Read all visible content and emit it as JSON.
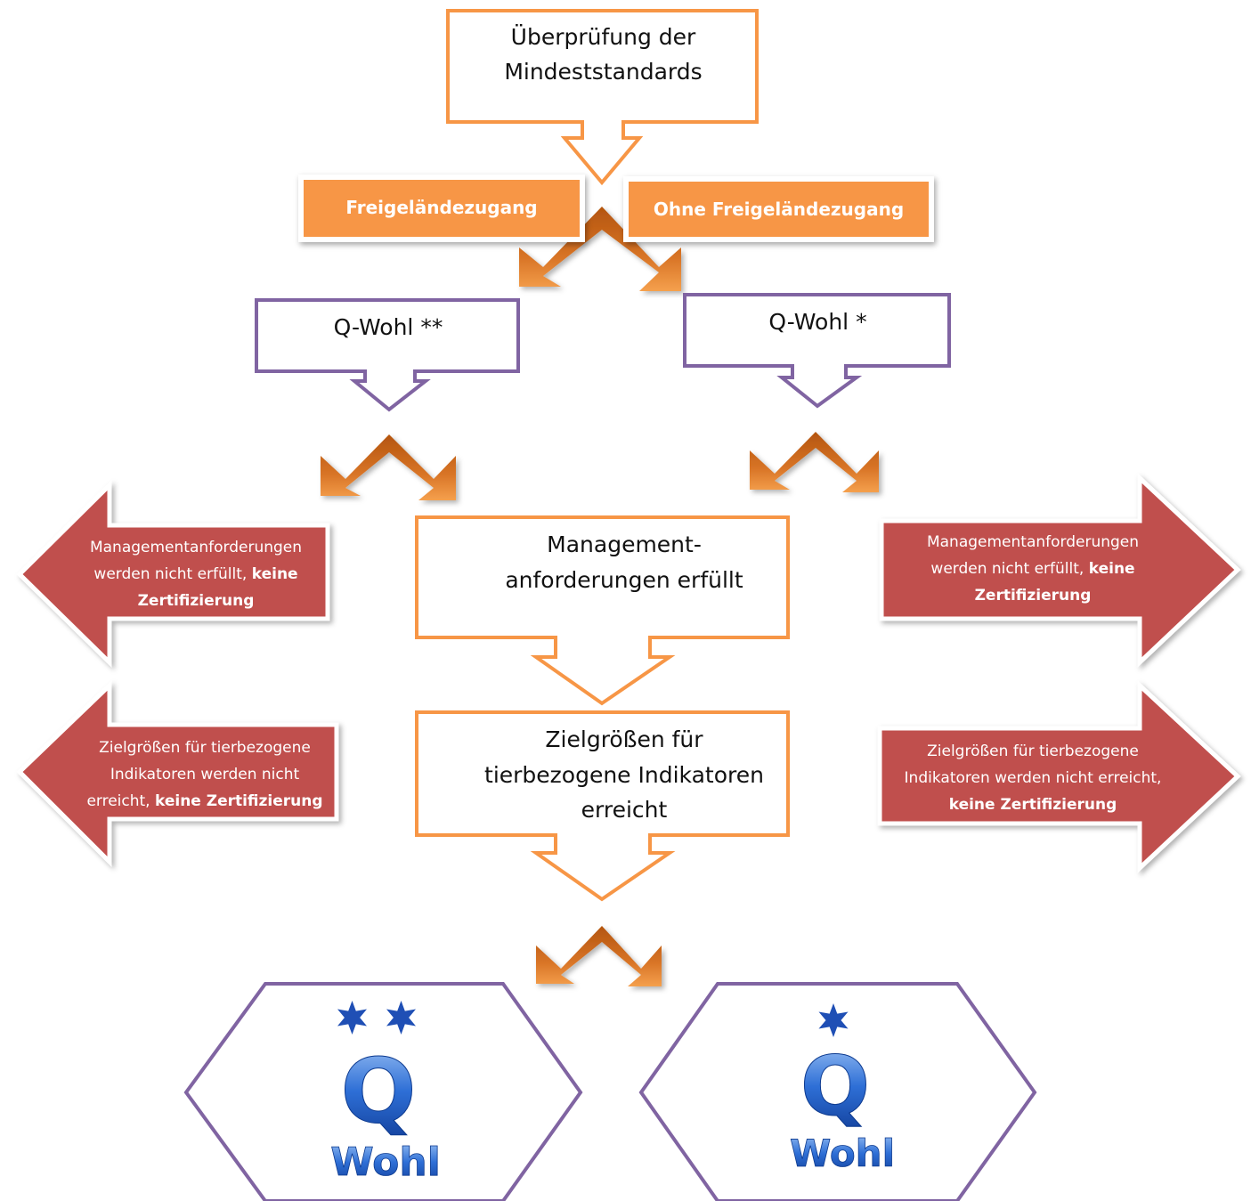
{
  "top_box": {
    "line1": "Überprüfung der",
    "line2": "Mindeststandards"
  },
  "tabs": {
    "left": "Freigeländezugang",
    "right": "Ohne Freigeländezugang"
  },
  "qwohl_left": "Q-Wohl **",
  "qwohl_right": "Q-Wohl *",
  "management_box": {
    "line1": "Management-",
    "line2": "anforderungen erfüllt"
  },
  "target_box": {
    "line1": "Zielgrößen für",
    "line2": "tierbezogene Indikatoren",
    "line3": "erreicht"
  },
  "left_arrow_1": {
    "line1": "Managementanforderungen",
    "line2": "werden nicht erfüllt,",
    "bold2": "keine",
    "bold3": "Zertifizierung"
  },
  "left_arrow_2": {
    "line1": "Zielgrößen für tierbezogene",
    "line2": "Indikatoren werden nicht",
    "line3": "erreicht,",
    "bold3": "keine Zertifizierung"
  },
  "right_arrow_1": {
    "line1": "Managementanforderungen",
    "line2": "werden nicht erfüllt,",
    "bold2": "keine",
    "bold3": "Zertifizierung"
  },
  "right_arrow_2": {
    "line1": "Zielgrößen für tierbezogene",
    "line2": "Indikatoren werden nicht erreicht,",
    "bold3": "keine Zertifizierung"
  },
  "logo_left": {
    "stars": 2,
    "letter": "Q",
    "word": "Wohl"
  },
  "logo_right": {
    "stars": 1,
    "letter": "Q",
    "word": "Wohl"
  },
  "colors": {
    "orange": "#F79646",
    "dark_orange": "#C8651B",
    "purple": "#8064A2",
    "red": "#C0504D",
    "logo_blue": "#1F5BC8"
  }
}
